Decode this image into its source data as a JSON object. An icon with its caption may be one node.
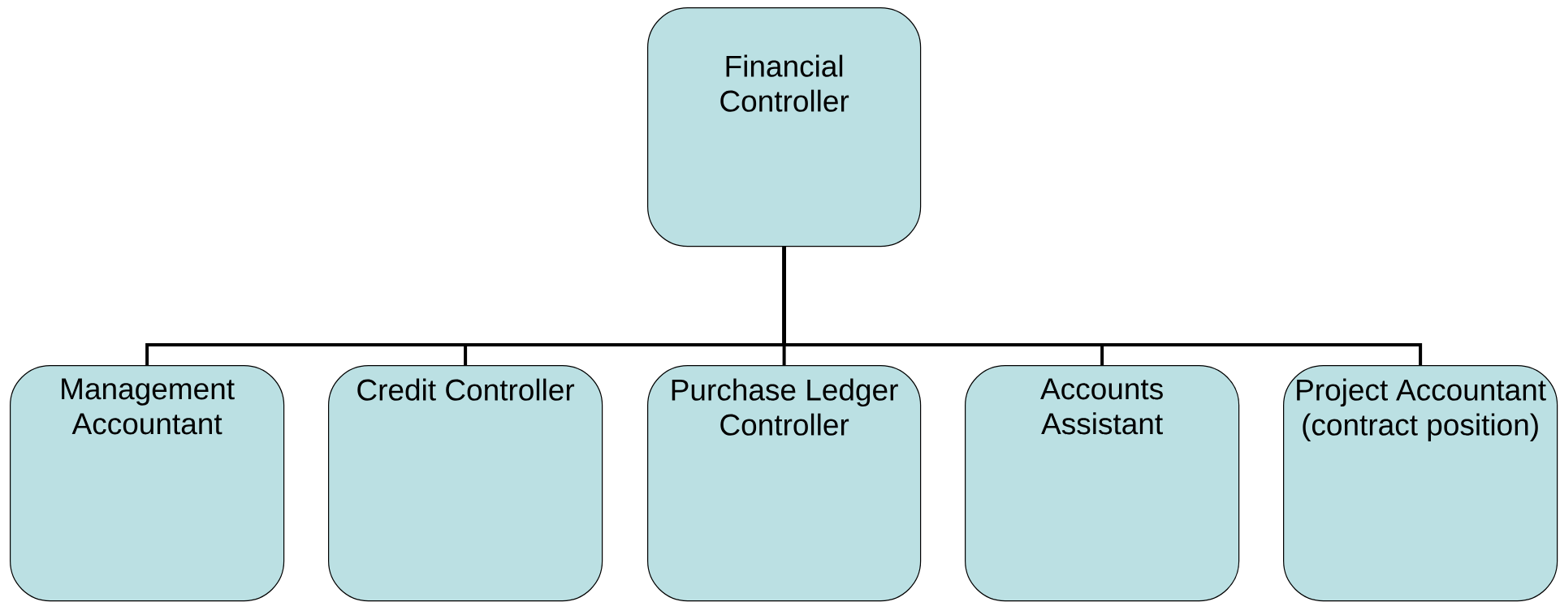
{
  "diagram": {
    "nodes": [
      {
        "text": [
          "Financial Controller"
        ]
      },
      {
        "text": [
          "Management Accountant"
        ]
      },
      {
        "text": [
          "Credit Controller"
        ]
      },
      {
        "text": [
          "Purchase Ledger Controller"
        ]
      },
      {
        "text": [
          "Accounts Assistant"
        ]
      },
      {
        "text": [
          "Project Accountant (contract position)"
        ]
      }
    ],
    "edges": [
      {
        "from": 0,
        "to": 1,
        "arrow": "none"
      },
      {
        "from": 0,
        "to": 2,
        "arrow": "none"
      },
      {
        "from": 0,
        "to": 3,
        "arrow": "none"
      },
      {
        "from": 0,
        "to": 4,
        "arrow": "none"
      },
      {
        "from": 0,
        "to": 5,
        "arrow": "none"
      }
    ]
  }
}
